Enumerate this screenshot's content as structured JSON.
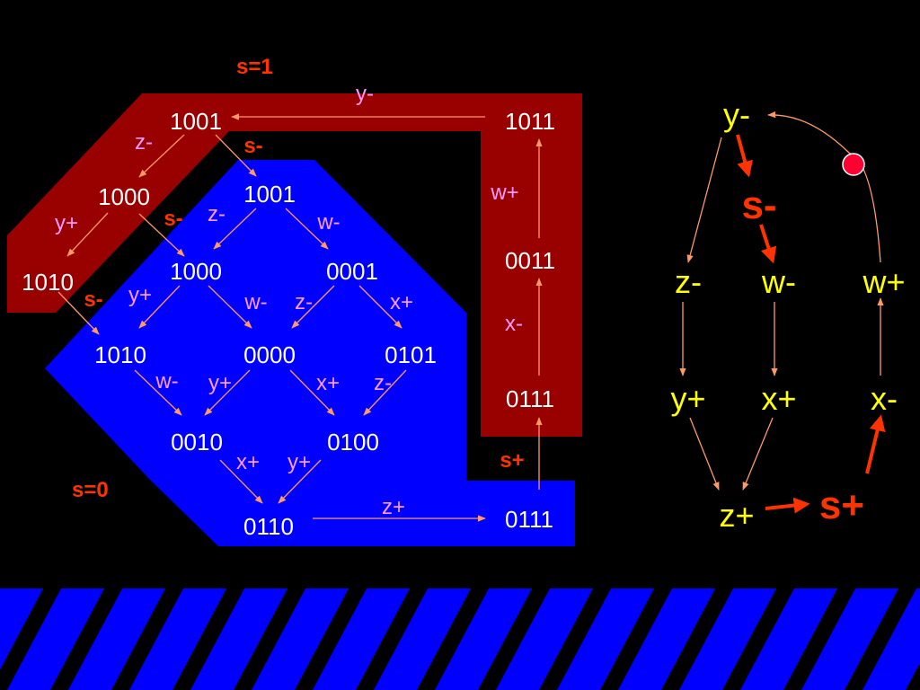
{
  "colors": {
    "background": "#000000",
    "region_s1": "#990000",
    "region_s0": "#0000FF",
    "state_text": "#FFFFFF",
    "edge_label": "#FF99FF",
    "edge_stroke": "#FF9966",
    "region_label": "#FF3300",
    "signal_text": "#FFFF00",
    "s_transition": "#FF3300",
    "token": "#FF0033",
    "stripe": "#0000FF"
  },
  "regions": {
    "s1_label": "s=1",
    "s0_label": "s=0"
  },
  "state_graph": {
    "states": {
      "r1001": "1001",
      "r1000": "1000",
      "r1010": "1010",
      "r1011": "1011",
      "r0011": "0011",
      "r0111": "0111",
      "b1001": "1001",
      "b1000": "1000",
      "b0001": "0001",
      "b1010": "1010",
      "b0000": "0000",
      "b0101": "0101",
      "b0010": "0010",
      "b0100": "0100",
      "b0110": "0110",
      "b0111": "0111"
    },
    "edge_labels": {
      "r1011_r1001": "y-",
      "r1001_r1000": "z-",
      "r1000_r1010": "y+",
      "r0011_r1011": "w+",
      "r0111_r0011": "x-",
      "b0111_r0111": "s+",
      "r1001_b1001": "s-",
      "r1000_b1000": "s-",
      "r1010_b1010": "s-",
      "b1001_b1000": "z-",
      "b1001_b0001": "w-",
      "b1000_b1010": "y+",
      "b1000_b0000": "w-",
      "b0001_b0000": "z-",
      "b0001_b0101": "x+",
      "b1010_b0010": "w-",
      "b0000_b0010": "y+",
      "b0000_b0100": "x+",
      "b0101_b0100": "z-",
      "b0010_b0110": "x+",
      "b0100_b0110": "y+",
      "b0110_b0111": "z+"
    }
  },
  "signal_graph": {
    "nodes": {
      "y_minus": "y-",
      "s_minus": "s-",
      "z_minus": "z-",
      "w_minus": "w-",
      "w_plus": "w+",
      "y_plus": "y+",
      "x_plus": "x+",
      "x_minus": "x-",
      "z_plus": "z+",
      "s_plus": "s+"
    }
  }
}
